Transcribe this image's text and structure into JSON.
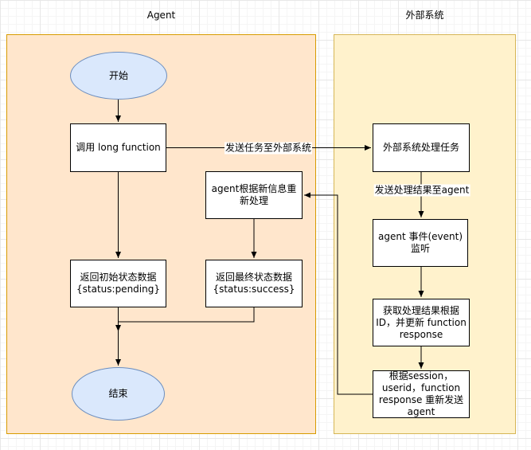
{
  "lanes": [
    {
      "title": "Agent"
    },
    {
      "title": "外部系统"
    }
  ],
  "nodes": {
    "start": {
      "label": "开始",
      "shape": "ellipse"
    },
    "call_long_function": {
      "label": "调用 long function",
      "shape": "rect"
    },
    "agent_reprocess": {
      "label": "agent根据新信息重新处理",
      "shape": "rect"
    },
    "return_initial_status": {
      "label": "返回初始状态数据 {status:pending}",
      "shape": "rect"
    },
    "return_final_status": {
      "label": "返回最终状态数据 {status:success}",
      "shape": "rect"
    },
    "end": {
      "label": "结束",
      "shape": "ellipse"
    },
    "external_process_task": {
      "label": "外部系统处理任务",
      "shape": "rect"
    },
    "agent_event_listener": {
      "label": "agent 事件(event)监听",
      "shape": "rect"
    },
    "fetch_result_update": {
      "label": "获取处理结果根据ID，并更新 function response",
      "shape": "rect"
    },
    "resend_agent": {
      "label": "根据session，userid，function response 重新发送 agent",
      "shape": "rect"
    }
  },
  "edge_labels": {
    "send_task": "发送任务至外部系统",
    "send_result": "发送处理结果至agent"
  },
  "colors": {
    "agent_lane_fill": "#FFE6CC",
    "agent_lane_border": "#D79B00",
    "external_lane_fill": "#FFF2CC",
    "external_lane_border": "#D6B656",
    "terminal_fill": "#DAE8FC",
    "terminal_border": "#6C8EBF",
    "process_fill": "#FFFFFF",
    "process_border": "#000000",
    "edge_color": "#000000"
  }
}
